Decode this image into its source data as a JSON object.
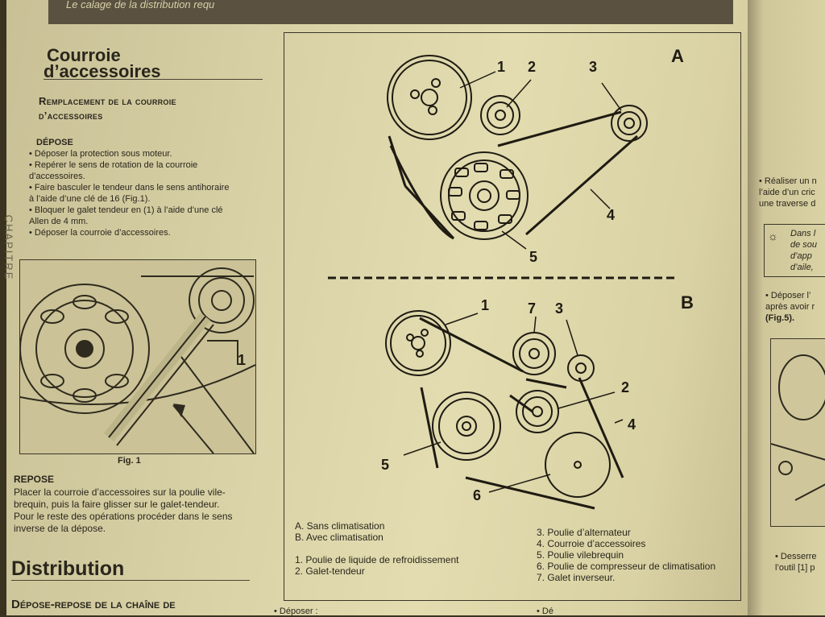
{
  "top_banner": "Le calage de la distribution requ",
  "left": {
    "section_title_1": "Courroie",
    "section_title_2": "d’accessoires",
    "sub_title_1": "Remplacement de la courroie",
    "sub_title_2": "d’accessoires",
    "depose_heading": "DÉPOSE",
    "depose_lines": [
      "• Déposer la protection sous moteur.",
      "• Repérer le sens de rotation de la courroie",
      "d’accessoires.",
      "• Faire basculer le tendeur dans le sens antihoraire",
      "à l’aide d’une clé de 16 (Fig.1).",
      "• Bloquer le galet tendeur en (1) à l’aide d’une clé",
      "Allen de 4 mm.",
      "• Déposer la courroie d’accessoires."
    ],
    "fig_caption": "Fig. 1",
    "fig_label": "1",
    "repose_heading": "REPOSE",
    "repose_lines": [
      "Placer la courroie d’accessoires sur la poulie vile-",
      "brequin, puis la faire glisser sur le galet-tendeur.",
      "Pour le reste des opérations procéder dans le sens",
      "inverse de la dépose."
    ],
    "distribution_title": "Distribution",
    "distribution_sub": "Dépose-repose de la chaîne de"
  },
  "side_tab": "CHAPITRE",
  "diagram": {
    "label_a": "A",
    "label_b": "B",
    "a_labels": [
      "1",
      "2",
      "3",
      "4",
      "5"
    ],
    "b_labels": [
      "1",
      "7",
      "3",
      "2",
      "4",
      "5",
      "6"
    ],
    "legend_left": [
      "A. Sans climatisation",
      "B. Avec climatisation",
      "",
      "1. Poulie de liquide de refroidissement",
      "2. Galet-tendeur"
    ],
    "legend_right": [
      "3. Poulie d’alternateur",
      "4. Courroie d’accessoires",
      "5. Poulie vilebrequin",
      "6. Poulie de compresseur de climatisation",
      "7. Galet inverseur."
    ],
    "bottom_left": "• Déposer :",
    "bottom_right": "• Dé"
  },
  "right_page": {
    "lines_1": [
      "• Réaliser un n",
      "l’aide d’un cric",
      "une traverse d"
    ],
    "note_lines": [
      "Dans l",
      "de sou",
      "d’app",
      "d’aile,"
    ],
    "lines_2": [
      "• Déposer l’",
      "après avoir r",
      "(Fig.5)."
    ],
    "lines_3": [
      "• Desserre",
      "l’outil [1] p"
    ]
  }
}
